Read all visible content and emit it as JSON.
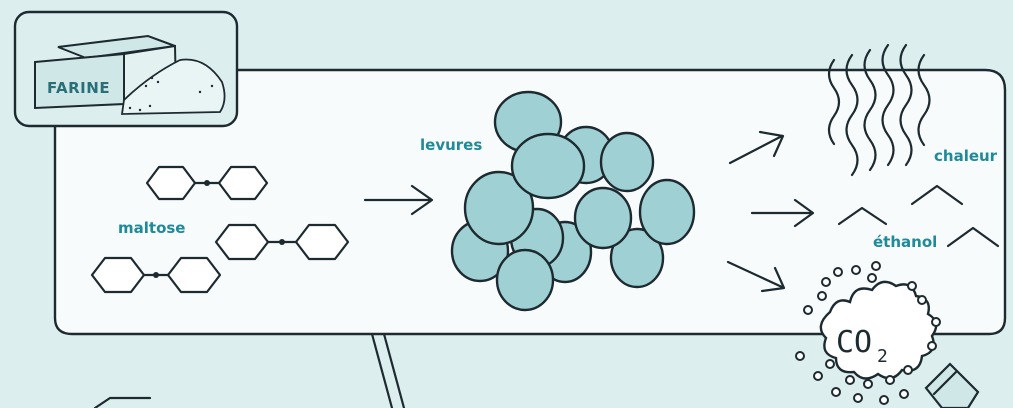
{
  "labels": {
    "farine": "FARINE",
    "maltose": "maltose",
    "levures": "levures",
    "chaleur": "chaleur",
    "ethanol": "éthanol",
    "co2_main": "CO",
    "co2_sub": "2"
  },
  "colors": {
    "background": "#dcefee",
    "panel": "#f7fbfb",
    "yeast_fill": "#9fd1d4",
    "label_text": "#1f8a99",
    "ink": "#1d2a30"
  }
}
